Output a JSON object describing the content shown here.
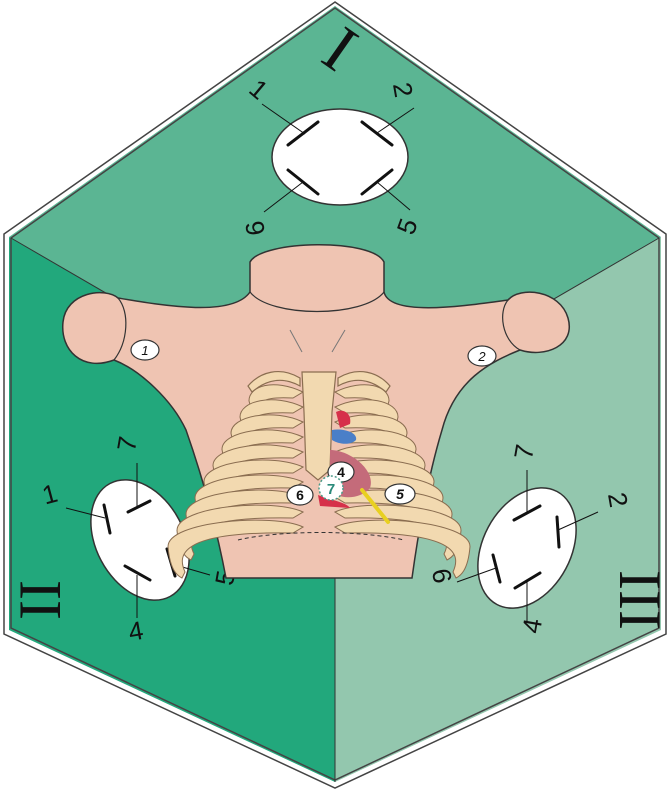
{
  "faces": {
    "top": {
      "roman": "I",
      "color": "#5bb593"
    },
    "left": {
      "roman": "II",
      "color": "#22a87c"
    },
    "right": {
      "roman": "III",
      "color": "#93c7ae"
    }
  },
  "panel_top": {
    "labels": [
      "1",
      "2",
      "6",
      "5"
    ]
  },
  "panel_left": {
    "labels": [
      "1",
      "7",
      "4",
      "5"
    ]
  },
  "panel_right": {
    "labels": [
      "7",
      "2",
      "6",
      "4"
    ]
  },
  "torso_badges": {
    "shoulder_left": "1",
    "shoulder_right": "2",
    "apex": "4",
    "pericardium": "7",
    "left_mark": "6",
    "right_mark": "5"
  },
  "colors": {
    "skin": "#efc4b2",
    "rib": "#f2d9b0",
    "outline": "#333333"
  }
}
